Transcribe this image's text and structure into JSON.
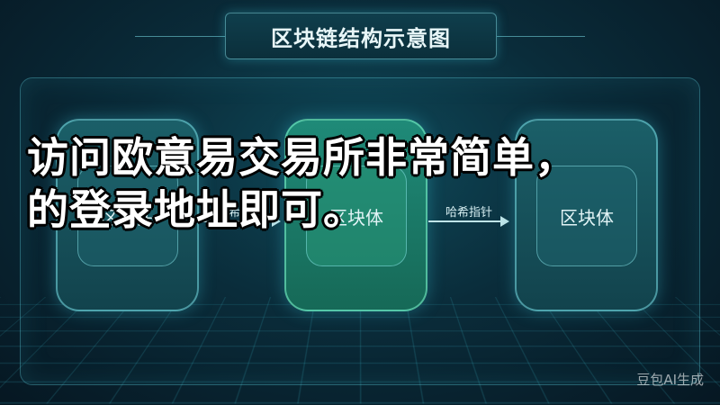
{
  "diagram": {
    "title": "区块链结构示意图",
    "blocks": [
      {
        "label": "区块头"
      },
      {
        "label": "区块体"
      },
      {
        "label": "区块体"
      }
    ],
    "arrows": [
      {
        "label": "哈希指针"
      },
      {
        "label": "哈希指针"
      }
    ]
  },
  "overlay": {
    "line1": "访问欧意易交易所非常简单，",
    "line2": "的登录地址即可。"
  },
  "watermark": "豆包AI生成",
  "colors": {
    "accent": "#3cc8dc",
    "block_mid": "#1f8a78",
    "background": "#0a2c3a"
  }
}
